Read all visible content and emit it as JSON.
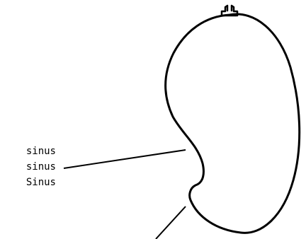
{
  "diagram": {
    "labels": {
      "line1": "sinus",
      "line2": "sinus",
      "line3": "Sinus"
    },
    "colors": {
      "outline": "#000000",
      "background": "#ffffff"
    }
  }
}
